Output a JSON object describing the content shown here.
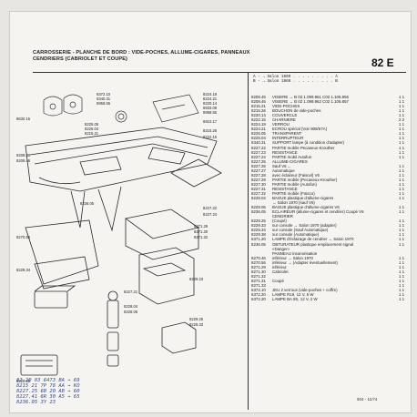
{
  "header": {
    "title": "CARROSSERIE - PLANCHE DE BORD : VIDE-POCHES, ALLUME-CIGARES, PANNEAUX",
    "title2": "CENDRIERS",
    "subtitle": "(CABRIOLET ET COUPE)",
    "page_number": "82 E"
  },
  "legend": [
    "A - → Salon 1969 . . . . . . . . . A",
    "B - → Salon 1969 . . . . . . . . . B"
  ],
  "parts": [
    {
      "pn": "8208.45",
      "desc": "VISIERE → B 02 1.099.961 C02 1.106.856",
      "qty": "1 1"
    },
    {
      "pn": "8208.46",
      "desc": "VISIERE → B 02 1.099.962 C02 1.106.857",
      "qty": "1 1"
    },
    {
      "pn": "8215.21",
      "desc": "VIDE-POCHES",
      "qty": "1 1"
    },
    {
      "pn": "8215.26",
      "desc": "BOUCHON de vide-poches",
      "qty": "1 1"
    },
    {
      "pn": "8220.14",
      "desc": "COUVERCLE",
      "qty": "1 1"
    },
    {
      "pn": "8222.15",
      "desc": "CHARNIERE",
      "qty": "2 2"
    },
    {
      "pn": "8224.19",
      "desc": "VERROU",
      "qty": "1 1"
    },
    {
      "pn": "8224.21",
      "desc": "ECROU spécial (Voir 808/67A)",
      "qty": "1 1"
    },
    {
      "pn": "8225.05",
      "desc": "TRANSPARENT",
      "qty": "1 1"
    },
    {
      "pn": "8225.04",
      "desc": "INTERRUPTEUR",
      "qty": "1 1"
    },
    {
      "pn": "6340.31",
      "desc": "SUPPORT lampe (à condition d'adapter)",
      "qty": "1 1"
    },
    {
      "pn": "8227.22",
      "desc": "PARTIE mobile       Pecaseux-Krouther",
      "qty": "1 1"
    },
    {
      "pn": "8227.23",
      "desc": "RESISTANCE",
      "qty": "1 1"
    },
    {
      "pn": "8227.24",
      "desc": "PARTIE mobil Autofun",
      "qty": "1 1"
    },
    {
      "pn": "8227.25",
      "desc": "ALLUME-CIGARES",
      "qty": ""
    },
    {
      "pn": "8227.26",
      "desc": "  Sauf V6 ...",
      "qty": "1 1"
    },
    {
      "pn": "8227.27",
      "desc": "  Automatique",
      "qty": "1 1"
    },
    {
      "pn": "8227.28",
      "desc": "  avec éclaireur (Faiscel) V6",
      "qty": "1 1"
    },
    {
      "pn": "8227.29",
      "desc": "PARTIE mobile (Pecaseux-Krouther)",
      "qty": "1 1"
    },
    {
      "pn": "8227.30",
      "desc": "PARTIE mobile (Autofun)",
      "qty": "1 1"
    },
    {
      "pn": "8227.31",
      "desc": "RESISTANCE",
      "qty": "1 1"
    },
    {
      "pn": "8227.32",
      "desc": "PARTIE mobile (Faisco)",
      "qty": "1 1"
    },
    {
      "pn": "8228.04",
      "desc": "BAGUE plastique d'allume-cigares",
      "qty": "1 1"
    },
    {
      "pn": "",
      "desc": "  → Salon 1970  (sauf V6)",
      "qty": ""
    },
    {
      "pn": "8228.06",
      "desc": "BAGUE plastique d'allume-cigares V6",
      "qty": "1 1"
    },
    {
      "pn": "8236.05",
      "desc": "ECLAIREUR (allume-cigares et cendrier) Coupé V6",
      "qty": "1 1"
    },
    {
      "pn": "",
      "desc": "CENDRIER",
      "qty": ""
    },
    {
      "pn": "8229.25",
      "desc": "(Coupé)",
      "qty": "1 1"
    },
    {
      "pn": "8229.33",
      "desc": "sur console  → Salon 1970 (adapter)",
      "qty": "1 1"
    },
    {
      "pn": "8229.34",
      "desc": "sur console (Sauf Automatique)",
      "qty": "1 1"
    },
    {
      "pn": "8229.38",
      "desc": "sur console (Automatique)",
      "qty": "1 1"
    },
    {
      "pn": "6371.20",
      "desc": "LAMPE d'éclairage de cendrier → Salon 1970",
      "qty": "1 1"
    },
    {
      "pn": "8236.05",
      "desc": "OBTURATEUR plastique emplacement signal",
      "qty": "1 1"
    },
    {
      "pn": "",
      "desc": "  «Danger»",
      "qty": ""
    },
    {
      "pn": "",
      "desc": "PANNEAU insonorisation",
      "qty": ""
    },
    {
      "pn": "8270.46",
      "desc": "  inférieur → Salon 1970",
      "qty": "1 1"
    },
    {
      "pn": "8270.56",
      "desc": "  inférieur → (Adapter éventuellement)",
      "qty": "1 1"
    },
    {
      "pn": "8271.29",
      "desc": "  inférieur",
      "qty": "1 1"
    },
    {
      "pn": "8271.30",
      "desc": "  Cabriolet",
      "qty": "1 1"
    },
    {
      "pn": "8271.32",
      "desc": "",
      "qty": "1 1"
    },
    {
      "pn": "8271.31",
      "desc": "  Coupé",
      "qty": "1 1"
    },
    {
      "pn": "8271.33",
      "desc": "",
      "qty": "1 1"
    },
    {
      "pn": "6372.10",
      "desc": "JEU 2 verrous (vide-poches + coffre)",
      "qty": "1 1"
    },
    {
      "pn": "6372.20",
      "desc": "LAMPE R19, 12 V, 5 W",
      "qty": "1 1"
    },
    {
      "pn": "6372.20",
      "desc": "LAMPE BA 9S, 12 V, 2 W",
      "qty": "1 1"
    }
  ],
  "footer": "504 - 11/74",
  "handwritten": [
    "82 20 83   6473 BA  → 69",
    "8215 21   7P 78 AA  → KO",
    "8227.25   6B 20 AB  → 60",
    "8227.41   6R 30 A5  → 65",
    "8236.05   3Y 23"
  ],
  "labels": [
    "8630.15",
    "6372.10",
    "6340.31",
    "6958.55",
    "8224.19",
    "8224.21",
    "8220.14",
    "6933.09",
    "6958.55",
    "8225.05",
    "8225.04",
    "8215.21",
    "6910.17",
    "8208.40",
    "8208.46",
    "8215.26",
    "8222.15",
    "8236.05",
    "8227.22",
    "8227.24",
    "8271.29",
    "8271.30",
    "8270.56",
    "8271.32",
    "8229.34",
    "8227.21",
    "8229.38",
    "8229.23",
    "8228.04",
    "8228.06",
    "8229.25",
    "8229.33"
  ]
}
